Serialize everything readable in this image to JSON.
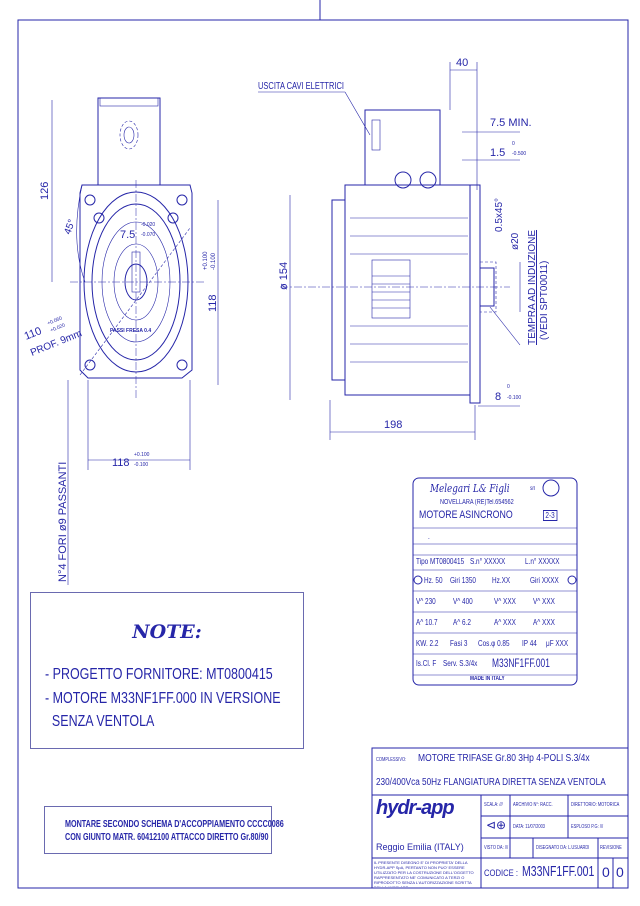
{
  "colors": {
    "ink": "#2626a8",
    "background": "#ffffff"
  },
  "front_view": {
    "dim_height_box": "126",
    "dim_angle": "45°",
    "dim_keyway": "7.5",
    "dim_keyway_tol_upper": "-0.020",
    "dim_keyway_tol_lower": "-0.070",
    "dim_vertical_118": "118",
    "dim_vertical_118_tol_upper": "+0.100",
    "dim_vertical_118_tol_lower": "-0.100",
    "dim_bore": "110",
    "dim_bore_tol_upper": "+0.060",
    "dim_bore_tol_lower": "+0.020",
    "dim_depth": "PROF. 9mm",
    "dim_horizontal_118": "118",
    "dim_horizontal_118_tol_upper": "+0.100",
    "dim_horizontal_118_tol_lower": "-0.100",
    "holes_label": "N°4 FORI ø9 PASSANTI",
    "mill_label": "PASSI FRESA 0.4"
  },
  "side_view": {
    "cable_exit_label": "USCITA CAVI ELETTRICI",
    "dim_40": "40",
    "dim_7_5_min": "7.5 MIN.",
    "dim_1_5": "1.5",
    "dim_1_5_tol_upper": "0",
    "dim_1_5_tol_lower": "-0.500",
    "dim_chamfer": "0.5x45°",
    "dim_diameter_20": "ø20",
    "hardening_label": "TEMPRA AD INDUZIONE",
    "hardening_ref": "(VEDI SPT00011)",
    "dim_diameter_154": "ø 154",
    "dim_198": "198",
    "dim_8": "8",
    "dim_8_tol_upper": "0",
    "dim_8_tol_lower": "-0.100"
  },
  "nameplate": {
    "maker": "Melegari L& Figli",
    "maker_suffix": "srl",
    "address": "NOVELLARA (RE)Tel.654562",
    "type_title": "MOTORE ASINCRONO",
    "class_mark": "2-3",
    "blank_line": ".",
    "rows": [
      [
        "Tipo MT0800415",
        "S.n° XXXXX",
        "L.n° XXXXX"
      ],
      [
        "Hz. 50",
        "Giri 1350",
        "Hz.XX",
        "Giri XXXX"
      ],
      [
        "V^ 230",
        "V^ 400",
        "V^ XXX",
        "V^ XXX"
      ],
      [
        "A^ 10.7",
        "A^ 6.2",
        "A^ XXX",
        "A^ XXX"
      ],
      [
        "KW. 2.2",
        "Fasi 3",
        "Cos.φ 0.85",
        "IP 44",
        "μF XXX"
      ],
      [
        "Is.Cl. F",
        "Serv. S.3/4x",
        "M33NF1FF.001"
      ]
    ],
    "origin": "MADE IN ITALY"
  },
  "notes": {
    "title": "NOTE:",
    "lines": [
      "- PROGETTO FORNITORE: MT0800415",
      "- MOTORE M33NF1FF.000 IN VERSIONE",
      "  SENZA VENTOLA"
    ]
  },
  "mounting_note": {
    "lines": [
      "MONTARE SECONDO SCHEMA D'ACCOPPIAMENTO CCCC0086",
      "CON GIUNTO MATR. 60412100 ATTACCO DIRETTO Gr.80/90"
    ]
  },
  "title_block": {
    "complesso_label": "COMPLESSIVO:",
    "title_line1": "MOTORE TRIFASE Gr.80 3Hp 4-POLI S.3/4x",
    "title_line2": "230/400Vca 50Hz FLANGIATURA DIRETTA SENZA VENTOLA",
    "logo": "hydr-app",
    "location": "Reggio Emilia (ITALY)",
    "scala": "SCALA: ///",
    "archivio": "ARCHIVIO N°: RACC.",
    "direttorio": "DIRETTORIO: MOTORICA",
    "data": "DATA: 11/07/2003",
    "esploso": "ESPLOSO P.G: ///",
    "visto": "VISTO DA: ///",
    "disegnato": "DISEGNATO DA: L.USUARDI",
    "revisione_label": "REVISIONE",
    "revisione_values": [
      "0",
      "0"
    ],
    "disclaimer": "IL PRESENTE DISEGNO E' DI PROPRIETA' DELLA HYDR-APP SpA, PERTANTO NON PUO' ESSERE UTILIZZATO PER LA COSTRUZIONE DELL'OGGETTO RAPPRESENTATO NE' COMUNICATO A TERZI O RIPRODOTTO SENZA L'AUTORIZZAZIONE SCRITTA DELLA HYDR-APP",
    "codice_label": "CODICE :",
    "codice": "M33NF1FF.001"
  }
}
